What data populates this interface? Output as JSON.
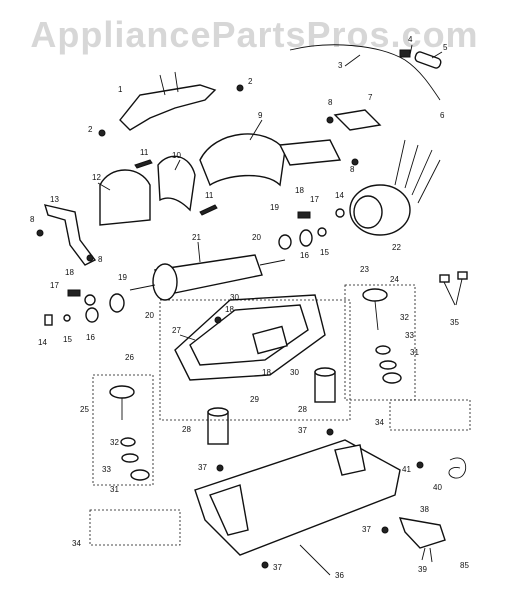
{
  "watermark": "AppliancePartsPros.com",
  "page_code": "85",
  "callouts": [
    "1",
    "2",
    "3",
    "4",
    "5",
    "6",
    "7",
    "8",
    "9",
    "10",
    "11",
    "12",
    "13",
    "14",
    "15",
    "16",
    "17",
    "18",
    "19",
    "20",
    "21",
    "22",
    "23",
    "24",
    "25",
    "26",
    "27",
    "28",
    "29",
    "30",
    "31",
    "32",
    "33",
    "34",
    "35",
    "36",
    "37",
    "38",
    "39",
    "40",
    "41"
  ]
}
